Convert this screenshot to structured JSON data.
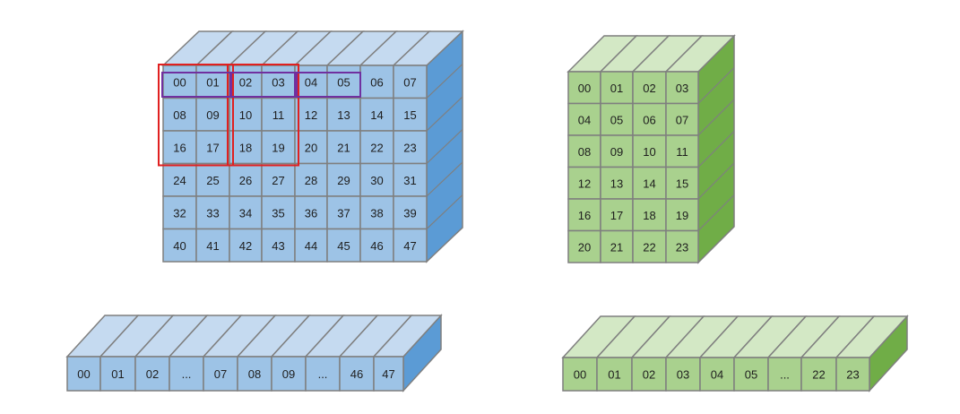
{
  "blue_block": {
    "cells": [
      [
        "00",
        "01",
        "02",
        "03",
        "04",
        "05",
        "06",
        "07"
      ],
      [
        "08",
        "09",
        "10",
        "11",
        "12",
        "13",
        "14",
        "15"
      ],
      [
        "16",
        "17",
        "18",
        "19",
        "20",
        "21",
        "22",
        "23"
      ],
      [
        "24",
        "25",
        "26",
        "27",
        "28",
        "29",
        "30",
        "31"
      ],
      [
        "32",
        "33",
        "34",
        "35",
        "36",
        "37",
        "38",
        "39"
      ],
      [
        "40",
        "41",
        "42",
        "43",
        "44",
        "45",
        "46",
        "47"
      ]
    ],
    "colors": {
      "front": "#9dc3e6",
      "top": "#c5daf0",
      "side": "#5b9bd5",
      "stroke": "#7f7f7f"
    }
  },
  "green_block": {
    "cells": [
      [
        "00",
        "01",
        "02",
        "03"
      ],
      [
        "04",
        "05",
        "06",
        "07"
      ],
      [
        "08",
        "09",
        "10",
        "11"
      ],
      [
        "12",
        "13",
        "14",
        "15"
      ],
      [
        "16",
        "17",
        "18",
        "19"
      ],
      [
        "20",
        "21",
        "22",
        "23"
      ]
    ],
    "colors": {
      "front": "#a9d18e",
      "top": "#d3e8c5",
      "side": "#70ad47",
      "stroke": "#7f7f7f"
    }
  },
  "blue_strip": {
    "cells": [
      "00",
      "01",
      "02",
      "...",
      "07",
      "08",
      "09",
      "...",
      "46",
      "47"
    ]
  },
  "green_strip": {
    "cells": [
      "00",
      "01",
      "02",
      "03",
      "04",
      "05",
      "...",
      "22",
      "23"
    ]
  },
  "highlight_colors": {
    "window": "#e02020",
    "pair": "#7030a0"
  }
}
